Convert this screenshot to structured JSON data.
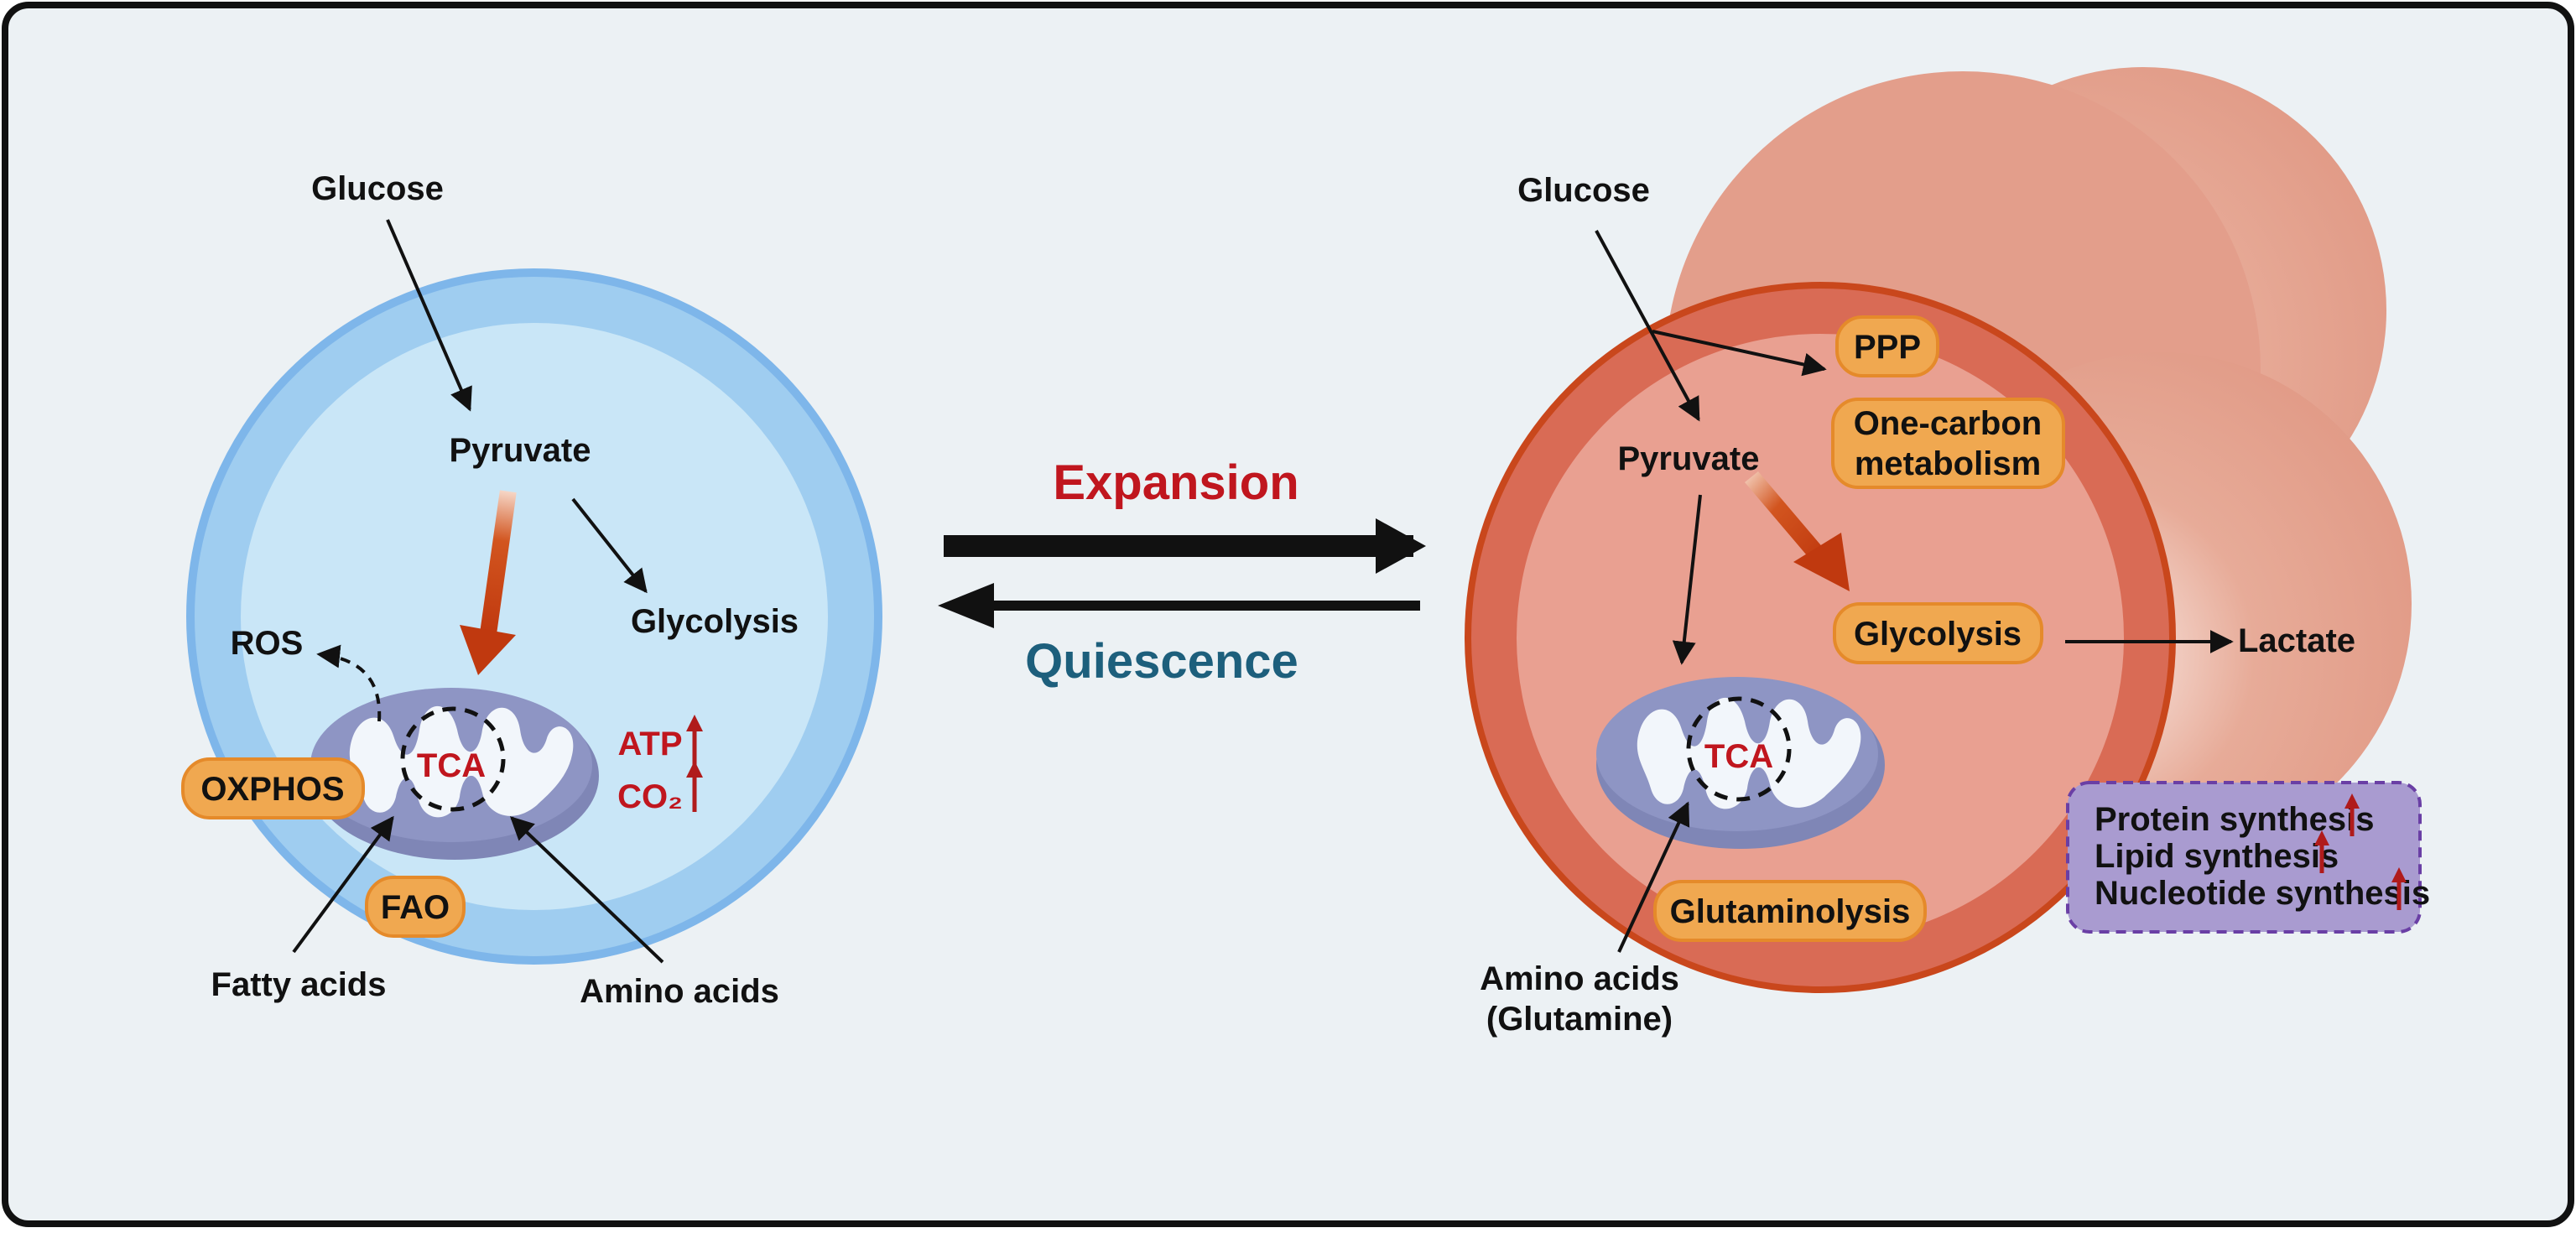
{
  "colors": {
    "background": "#ecf1f4",
    "border": "#111111",
    "quiescent_cell": "#c9e6f7",
    "quiescent_membrane": "#8fc4ec",
    "expanding_cell": "#e9a091",
    "expanding_membrane": "#c9471c",
    "mitochondrion": "#8e95c4",
    "pill_fill": "#f0a850",
    "pill_stroke": "#e58a2a",
    "expansion_text": "#c0161e",
    "quiescence_text": "#1d5f7c",
    "synthesis_box": "#a99bd0",
    "up_arrow": "#b01b1b"
  },
  "transition": {
    "expansion": "Expansion",
    "quiescence": "Quiescence"
  },
  "quiescent": {
    "glucose": "Glucose",
    "pyruvate": "Pyruvate",
    "glycolysis": "Glycolysis",
    "ros": "ROS",
    "tca": "TCA",
    "atp": "ATP",
    "co2": "CO₂",
    "oxphos": "OXPHOS",
    "fao": "FAO",
    "fatty_acids": "Fatty acids",
    "amino_acids": "Amino acids"
  },
  "expanding": {
    "glucose": "Glucose",
    "pyruvate": "Pyruvate",
    "ppp": "PPP",
    "one_carbon_line1": "One-carbon",
    "one_carbon_line2": "metabolism",
    "glycolysis": "Glycolysis",
    "lactate": "Lactate",
    "tca": "TCA",
    "glutaminolysis": "Glutaminolysis",
    "amino_acids_line1": "Amino acids",
    "amino_acids_line2": "(Glutamine)",
    "synthesis": [
      "Protein synthesis",
      "Lipid synthesis",
      "Nucleotide synthesis"
    ]
  }
}
